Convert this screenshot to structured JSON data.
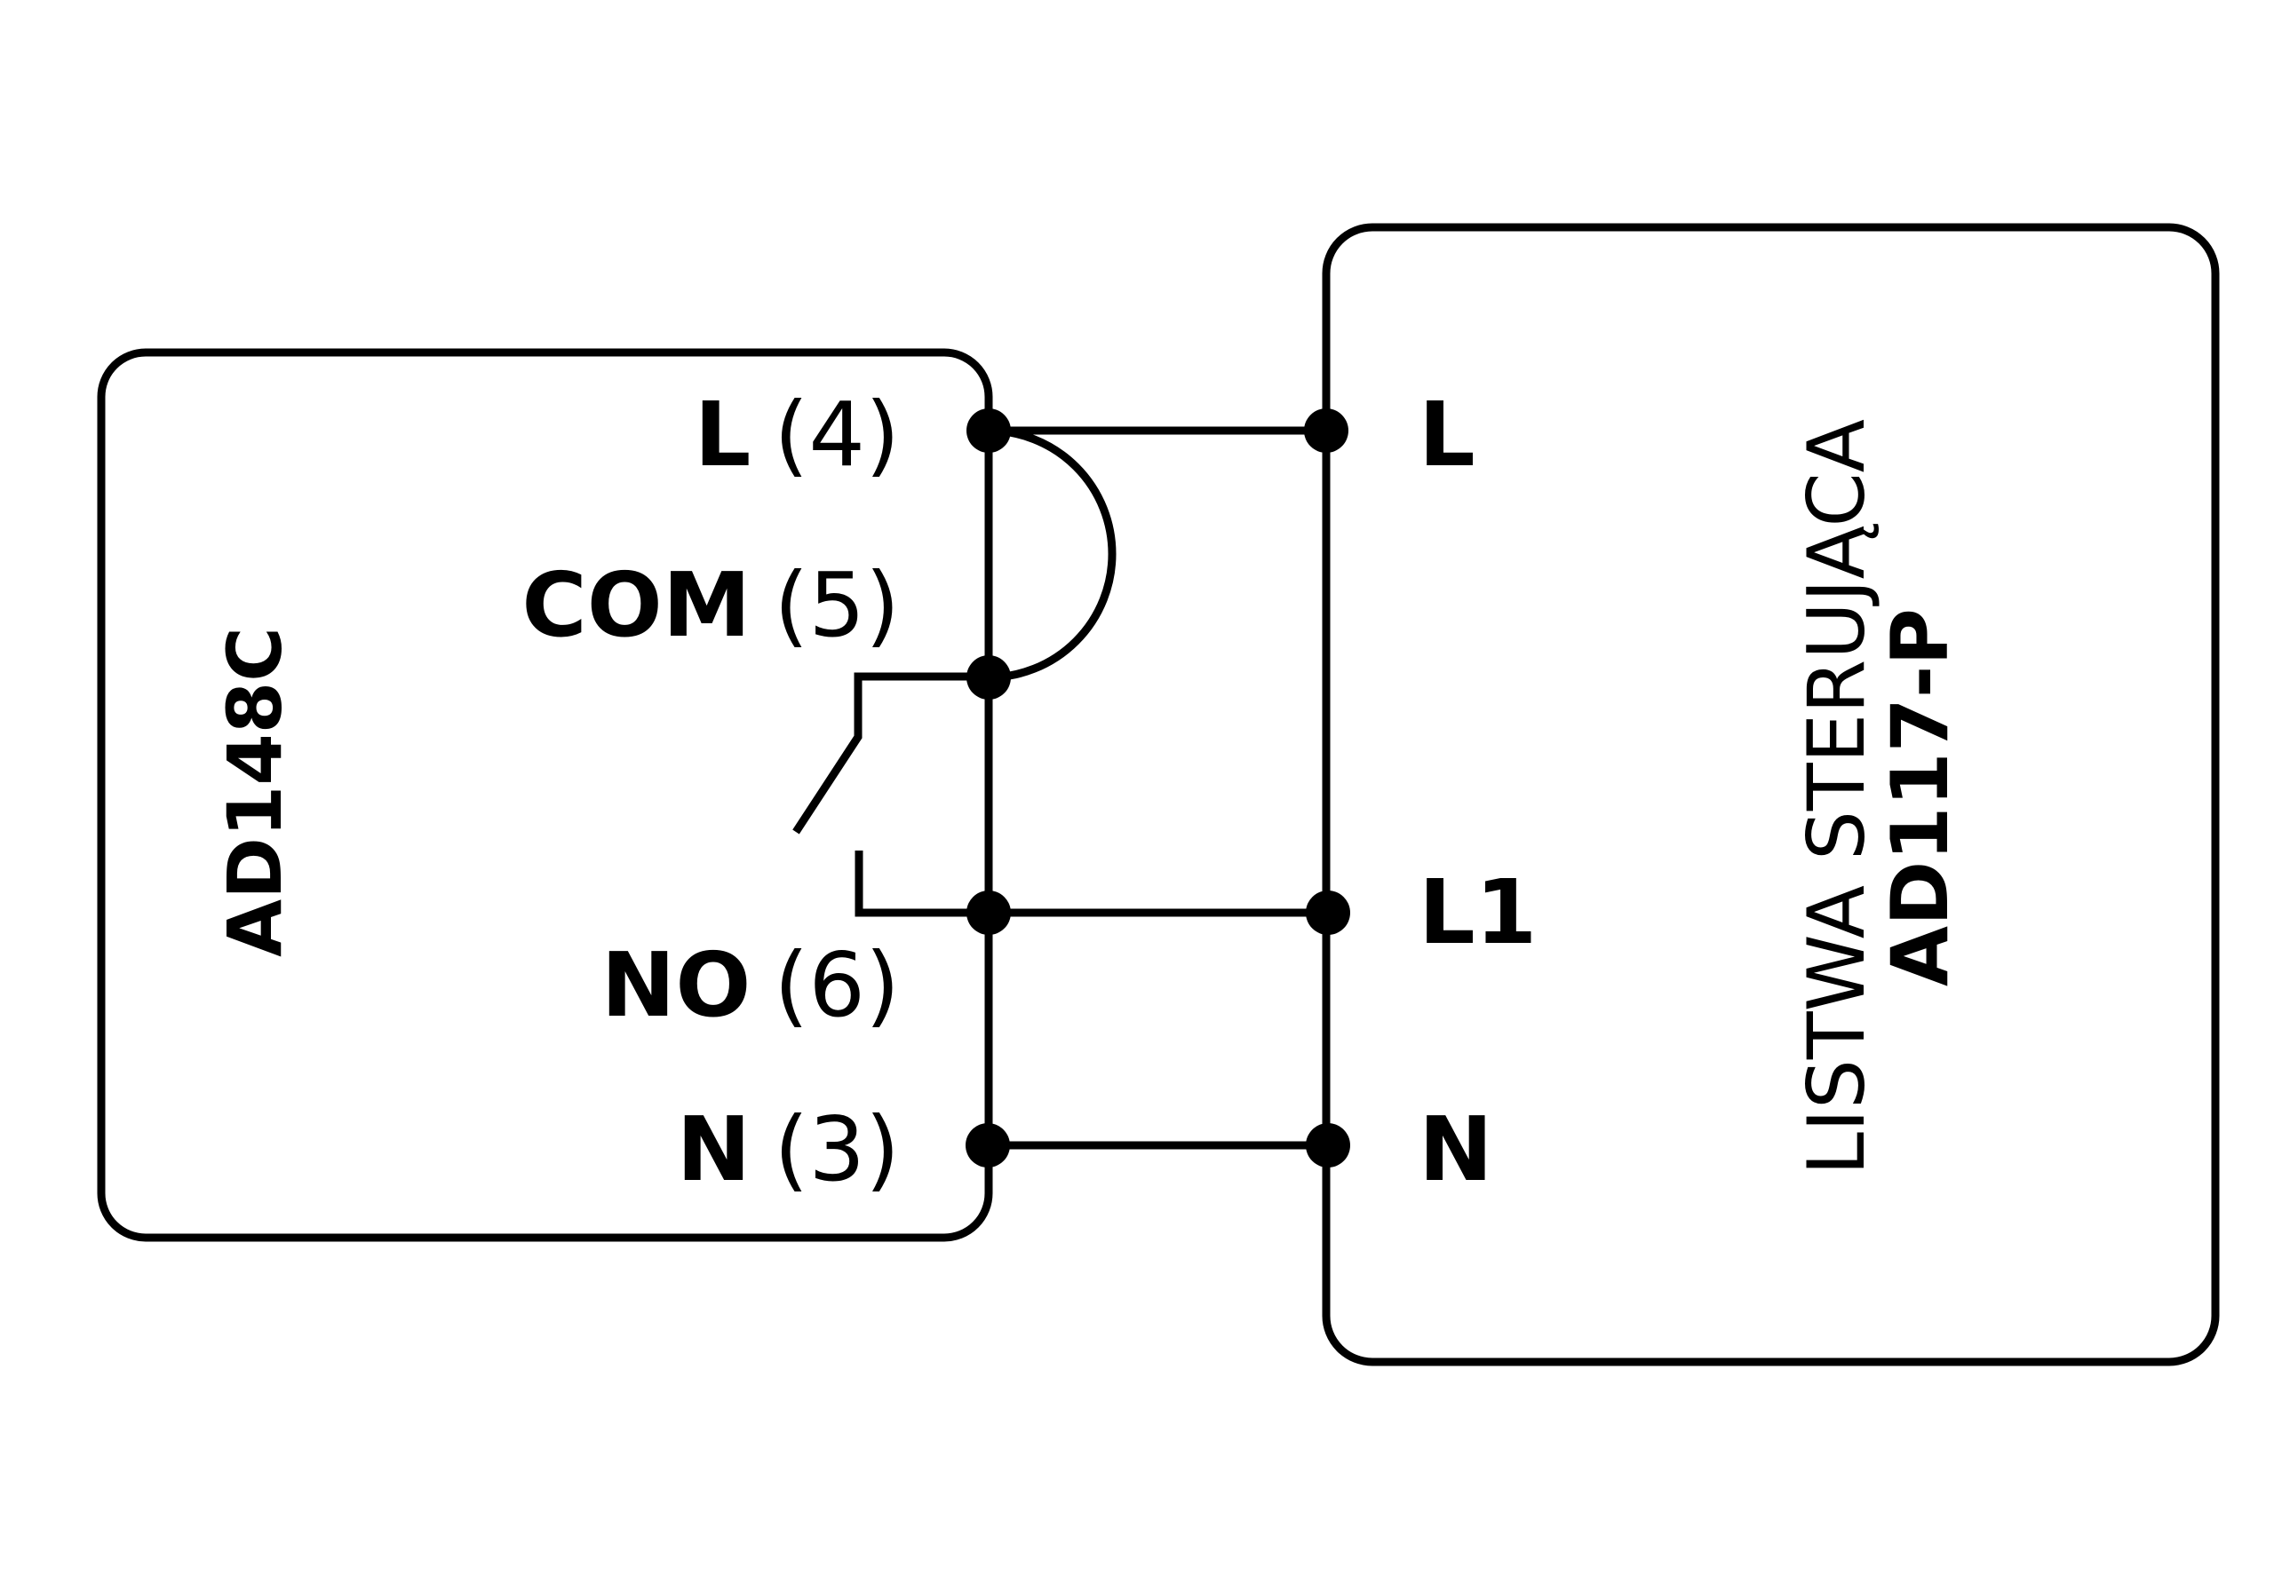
{
  "diagram": {
    "background_color": "#ffffff",
    "line_color": "#000000",
    "left_device": {
      "name": "AD148C",
      "terminals": [
        {
          "name": "L",
          "pin": "(4)"
        },
        {
          "name": "COM",
          "pin": "(5)"
        },
        {
          "name": "NO",
          "pin": "(6)"
        },
        {
          "name": "N",
          "pin": "(3)"
        }
      ]
    },
    "right_device": {
      "name_line1": "LISTWA STERUJĄCA",
      "name_line2": "AD117-P",
      "terminals": [
        {
          "label": "L"
        },
        {
          "label": "L1"
        },
        {
          "label": "N"
        }
      ]
    }
  }
}
